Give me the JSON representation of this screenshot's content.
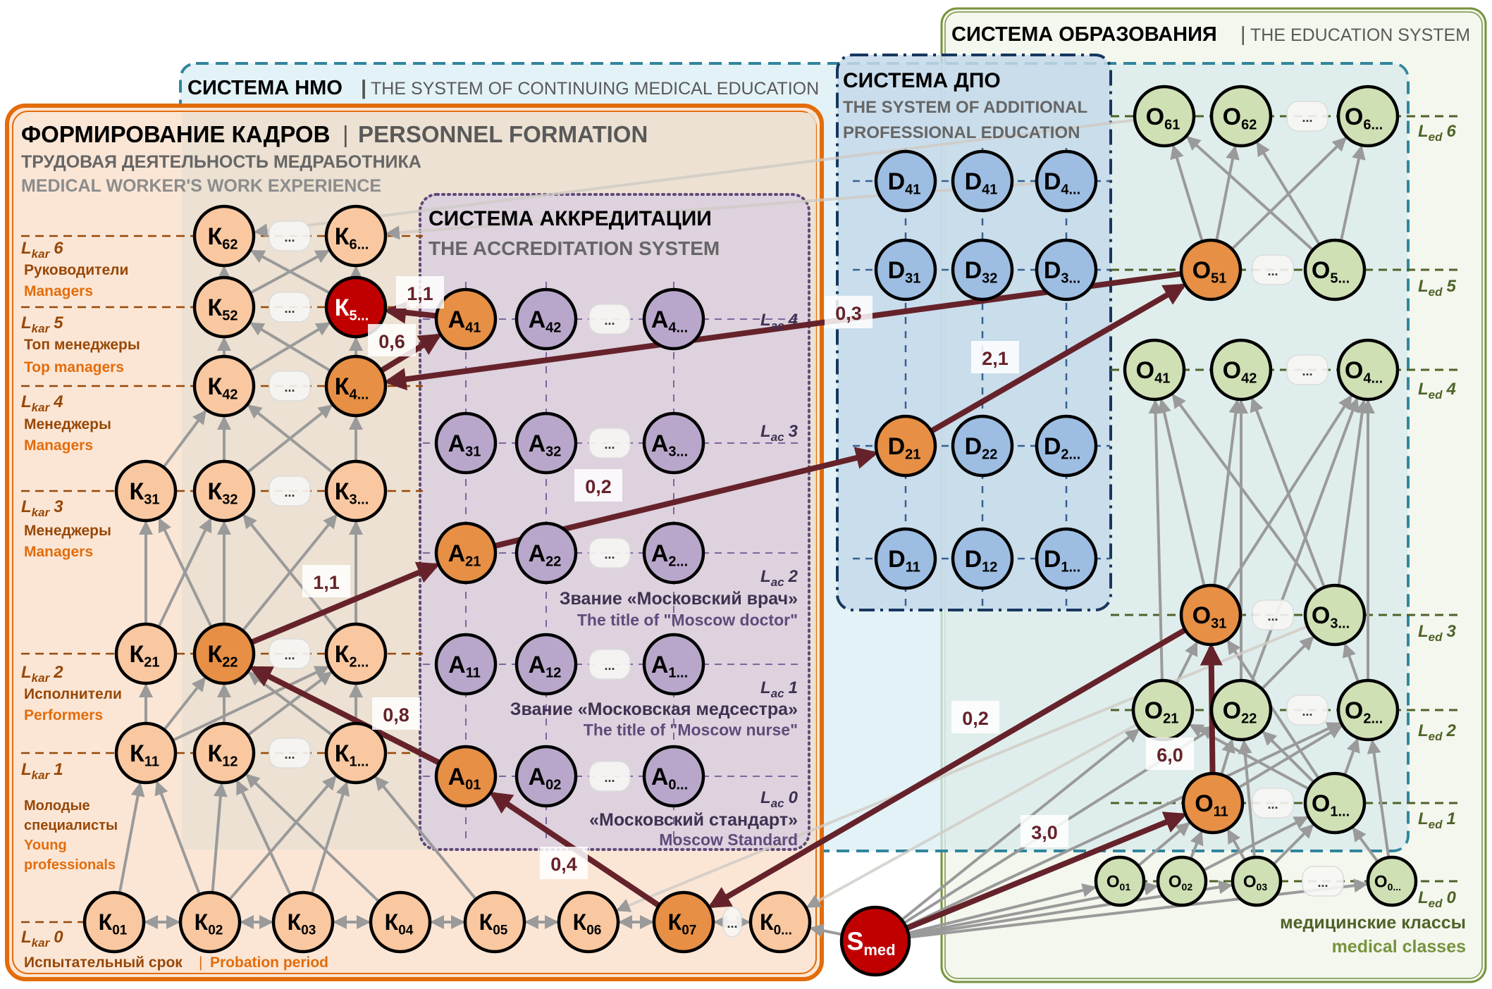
{
  "colors": {
    "personnel_fill": "#fbe6d6",
    "personnel_border": "#e36c0a",
    "nmo_fill": "#d9edf4",
    "nmo_border": "#31859c",
    "accred_fill": "#ddd2de",
    "accred_border": "#5f497a",
    "dpo_fill": "#c5d9ea",
    "dpo_border": "#17375e",
    "edu_fill": "#f3f7ee",
    "edu_border": "#77933c",
    "node_k": "#f9c8a1",
    "node_a": "#b9a7cb",
    "node_d": "#9dbde2",
    "node_o": "#d0e0b5",
    "node_active": "#e68f45",
    "node_current": "#c00000",
    "path_arrow": "#66222a",
    "gray_arrow": "#9a9a9a"
  },
  "systems": {
    "personnel": {
      "title_ru": "ФОРМИРОВАНИЕ КАДРОВ",
      "title_en": "PERSONNEL FORMATION",
      "sub_ru": "ТРУДОВАЯ ДЕЯТЕЛЬНОСТЬ МЕДРАБОТНИКА",
      "sub_en": "MEDICAL WORKER'S WORK EXPERIENCE"
    },
    "nmo": {
      "title_ru": "СИСТЕМА НМО",
      "title_en": "THE SYSTEM OF CONTINUING MEDICAL EDUCATION"
    },
    "accreditation": {
      "title_ru": "СИСТЕМА АККРЕДИТАЦИИ",
      "title_en": "THE ACCREDITATION SYSTEM"
    },
    "dpo": {
      "title_ru": "СИСТЕМА ДПО",
      "title_en_1": "THE SYSTEM OF ADDITIONAL",
      "title_en_2": "PROFESSIONAL EDUCATION"
    },
    "education": {
      "title_ru": "СИСТЕМА ОБРАЗОВАНИЯ",
      "title_en": "THE EDUCATION SYSTEM"
    }
  },
  "separator": "|",
  "karier_levels": [
    {
      "level": "6",
      "ru": "Руководители",
      "en": "Managers"
    },
    {
      "level": "5",
      "ru": "Топ менеджеры",
      "en": "Top managers"
    },
    {
      "level": "4",
      "ru": "Менеджеры",
      "en": "Managers"
    },
    {
      "level": "3",
      "ru": "Менеджеры",
      "en": "Managers"
    },
    {
      "level": "2",
      "ru": "Исполнители",
      "en": "Performers"
    },
    {
      "level": "1",
      "ru_1": "Молодые",
      "ru_2": "специалисты",
      "en_1": "Young",
      "en_2": "professionals"
    },
    {
      "level": "0",
      "ru": "Испытательный срок",
      "en": "Probation period"
    }
  ],
  "level_prefix": {
    "kar": "kar",
    "ac": "ac",
    "ed": "ed",
    "L": "L"
  },
  "accred_levels": [
    {
      "level": "4"
    },
    {
      "level": "3"
    },
    {
      "level": "2",
      "ru": "Звание «Московский врач»",
      "en": "The title of \"Moscow doctor\""
    },
    {
      "level": "1",
      "ru": "Звание «Московская медсестра»",
      "en": "The title of \"Moscow nurse\""
    },
    {
      "level": "0",
      "ru": "«Московский стандарт»",
      "en": "Moscow Standard"
    }
  ],
  "edu_levels": [
    "6",
    "5",
    "4",
    "3",
    "2",
    "1",
    "0"
  ],
  "edu_level0": {
    "ru": "медицинские  классы",
    "en": "medical classes"
  },
  "ellipsis": "...",
  "nodes": {
    "K": [
      {
        "id": "K62",
        "base": "К",
        "sub": "62",
        "state": "normal"
      },
      {
        "id": "K6x",
        "base": "К",
        "sub": "6...",
        "state": "normal"
      },
      {
        "id": "K52",
        "base": "К",
        "sub": "52",
        "state": "normal"
      },
      {
        "id": "K5x",
        "base": "К",
        "sub": "5...",
        "state": "current"
      },
      {
        "id": "K42",
        "base": "К",
        "sub": "42",
        "state": "normal"
      },
      {
        "id": "K4x",
        "base": "К",
        "sub": "4...",
        "state": "active"
      },
      {
        "id": "K31",
        "base": "К",
        "sub": "31",
        "state": "normal"
      },
      {
        "id": "K32",
        "base": "К",
        "sub": "32",
        "state": "normal"
      },
      {
        "id": "K3x",
        "base": "К",
        "sub": "3...",
        "state": "normal"
      },
      {
        "id": "K21",
        "base": "К",
        "sub": "21",
        "state": "normal"
      },
      {
        "id": "K22",
        "base": "К",
        "sub": "22",
        "state": "active"
      },
      {
        "id": "K2x",
        "base": "К",
        "sub": "2...",
        "state": "normal"
      },
      {
        "id": "K11",
        "base": "К",
        "sub": "11",
        "state": "normal"
      },
      {
        "id": "K12",
        "base": "К",
        "sub": "12",
        "state": "normal"
      },
      {
        "id": "K1x",
        "base": "К",
        "sub": "1...",
        "state": "normal"
      },
      {
        "id": "K01",
        "base": "К",
        "sub": "01",
        "state": "normal"
      },
      {
        "id": "K02",
        "base": "К",
        "sub": "02",
        "state": "normal"
      },
      {
        "id": "K03",
        "base": "К",
        "sub": "03",
        "state": "normal"
      },
      {
        "id": "K04",
        "base": "К",
        "sub": "04",
        "state": "normal"
      },
      {
        "id": "K05",
        "base": "К",
        "sub": "05",
        "state": "normal"
      },
      {
        "id": "K06",
        "base": "К",
        "sub": "06",
        "state": "normal"
      },
      {
        "id": "K07",
        "base": "К",
        "sub": "07",
        "state": "active"
      },
      {
        "id": "K0x",
        "base": "К",
        "sub": "0...",
        "state": "normal"
      }
    ],
    "A": [
      {
        "id": "A41",
        "base": "A",
        "sub": "41",
        "state": "active"
      },
      {
        "id": "A42",
        "base": "A",
        "sub": "42",
        "state": "normal"
      },
      {
        "id": "A4x",
        "base": "A",
        "sub": "4...",
        "state": "normal"
      },
      {
        "id": "A31",
        "base": "A",
        "sub": "31",
        "state": "normal"
      },
      {
        "id": "A32",
        "base": "A",
        "sub": "32",
        "state": "normal"
      },
      {
        "id": "A3x",
        "base": "A",
        "sub": "3...",
        "state": "normal"
      },
      {
        "id": "A21",
        "base": "A",
        "sub": "21",
        "state": "active"
      },
      {
        "id": "A22",
        "base": "A",
        "sub": "22",
        "state": "normal"
      },
      {
        "id": "A2x",
        "base": "A",
        "sub": "2...",
        "state": "normal"
      },
      {
        "id": "A11",
        "base": "A",
        "sub": "11",
        "state": "normal"
      },
      {
        "id": "A12",
        "base": "A",
        "sub": "12",
        "state": "normal"
      },
      {
        "id": "A1x",
        "base": "A",
        "sub": "1...",
        "state": "normal"
      },
      {
        "id": "A01",
        "base": "A",
        "sub": "01",
        "state": "active"
      },
      {
        "id": "A02",
        "base": "A",
        "sub": "02",
        "state": "normal"
      },
      {
        "id": "A0x",
        "base": "A",
        "sub": "0...",
        "state": "normal"
      }
    ],
    "D": [
      {
        "id": "D41a",
        "base": "D",
        "sub": "41",
        "state": "normal"
      },
      {
        "id": "D41b",
        "base": "D",
        "sub": "41",
        "state": "normal"
      },
      {
        "id": "D4x",
        "base": "D",
        "sub": "4...",
        "state": "normal"
      },
      {
        "id": "D31",
        "base": "D",
        "sub": "31",
        "state": "normal"
      },
      {
        "id": "D32",
        "base": "D",
        "sub": "32",
        "state": "normal"
      },
      {
        "id": "D3x",
        "base": "D",
        "sub": "3...",
        "state": "normal"
      },
      {
        "id": "D21",
        "base": "D",
        "sub": "21",
        "state": "active"
      },
      {
        "id": "D22",
        "base": "D",
        "sub": "22",
        "state": "normal"
      },
      {
        "id": "D2x",
        "base": "D",
        "sub": "2...",
        "state": "normal"
      },
      {
        "id": "D11",
        "base": "D",
        "sub": "11",
        "state": "normal"
      },
      {
        "id": "D12",
        "base": "D",
        "sub": "12",
        "state": "normal"
      },
      {
        "id": "D1x",
        "base": "D",
        "sub": "1...",
        "state": "normal"
      }
    ],
    "O": [
      {
        "id": "O61",
        "base": "O",
        "sub": "61",
        "state": "normal"
      },
      {
        "id": "O62",
        "base": "O",
        "sub": "62",
        "state": "normal"
      },
      {
        "id": "O6x",
        "base": "O",
        "sub": "6...",
        "state": "normal"
      },
      {
        "id": "O51",
        "base": "O",
        "sub": "51",
        "state": "active"
      },
      {
        "id": "O5x",
        "base": "O",
        "sub": "5...",
        "state": "normal"
      },
      {
        "id": "O41",
        "base": "O",
        "sub": "41",
        "state": "normal"
      },
      {
        "id": "O42",
        "base": "O",
        "sub": "42",
        "state": "normal"
      },
      {
        "id": "O4x",
        "base": "O",
        "sub": "4...",
        "state": "normal"
      },
      {
        "id": "O31",
        "base": "O",
        "sub": "31",
        "state": "active"
      },
      {
        "id": "O3x",
        "base": "O",
        "sub": "3...",
        "state": "normal"
      },
      {
        "id": "O21",
        "base": "O",
        "sub": "21",
        "state": "normal"
      },
      {
        "id": "O22",
        "base": "O",
        "sub": "22",
        "state": "normal"
      },
      {
        "id": "O2x",
        "base": "O",
        "sub": "2...",
        "state": "normal"
      },
      {
        "id": "O11",
        "base": "O",
        "sub": "11",
        "state": "active"
      },
      {
        "id": "O1x",
        "base": "O",
        "sub": "1...",
        "state": "normal"
      },
      {
        "id": "O01",
        "base": "O",
        "sub": "01",
        "state": "normal"
      },
      {
        "id": "O02",
        "base": "O",
        "sub": "02",
        "state": "normal"
      },
      {
        "id": "O03",
        "base": "O",
        "sub": "03",
        "state": "normal"
      },
      {
        "id": "O0x",
        "base": "O",
        "sub": "0...",
        "state": "normal"
      }
    ],
    "S": [
      {
        "id": "Smed",
        "base": "S",
        "sub": "med",
        "state": "current"
      }
    ]
  },
  "path": [
    {
      "from": "Smed",
      "to": "O11",
      "weight": "3,0"
    },
    {
      "from": "O11",
      "to": "O31",
      "weight": "6,0"
    },
    {
      "from": "O31",
      "to": "K07",
      "weight": "0,2"
    },
    {
      "from": "K07",
      "to": "A01",
      "weight": "0,4"
    },
    {
      "from": "A01",
      "to": "K22",
      "weight": "0,8"
    },
    {
      "from": "K22",
      "to": "A21",
      "weight": "1,1"
    },
    {
      "from": "A21",
      "to": "D21",
      "weight": "0,2"
    },
    {
      "from": "D21",
      "to": "O51",
      "weight": "2,1"
    },
    {
      "from": "O51",
      "to": "K4x",
      "weight": "0,3"
    },
    {
      "from": "K4x",
      "to": "A41",
      "weight": "0,6"
    },
    {
      "from": "A41",
      "to": "K5x",
      "weight": "1,1"
    }
  ]
}
